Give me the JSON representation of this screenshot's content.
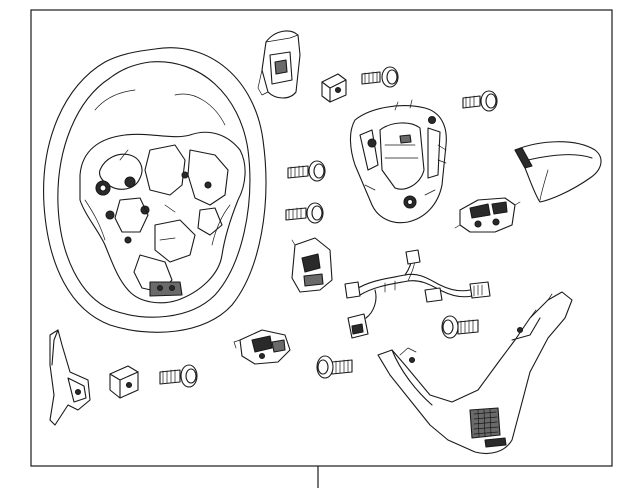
{
  "diagram": {
    "frame_color": "#1a1a1a",
    "background": "#ffffff",
    "parts": [
      {
        "name": "steering-wheel",
        "icon": "steering-wheel-icon"
      },
      {
        "name": "upper-paddle-bracket",
        "icon": "bracket-icon"
      },
      {
        "name": "small-clip",
        "icon": "clip-icon"
      },
      {
        "name": "bolt",
        "icon": "bolt-icon"
      },
      {
        "name": "horn-contact-plate",
        "icon": "plate-icon"
      },
      {
        "name": "trim-cover",
        "icon": "cover-icon"
      },
      {
        "name": "control-switch",
        "icon": "switch-icon"
      },
      {
        "name": "wiring-harness",
        "icon": "harness-icon"
      },
      {
        "name": "lower-trim-bezel",
        "icon": "bezel-icon"
      },
      {
        "name": "paddle-shifter",
        "icon": "paddle-icon"
      }
    ]
  }
}
